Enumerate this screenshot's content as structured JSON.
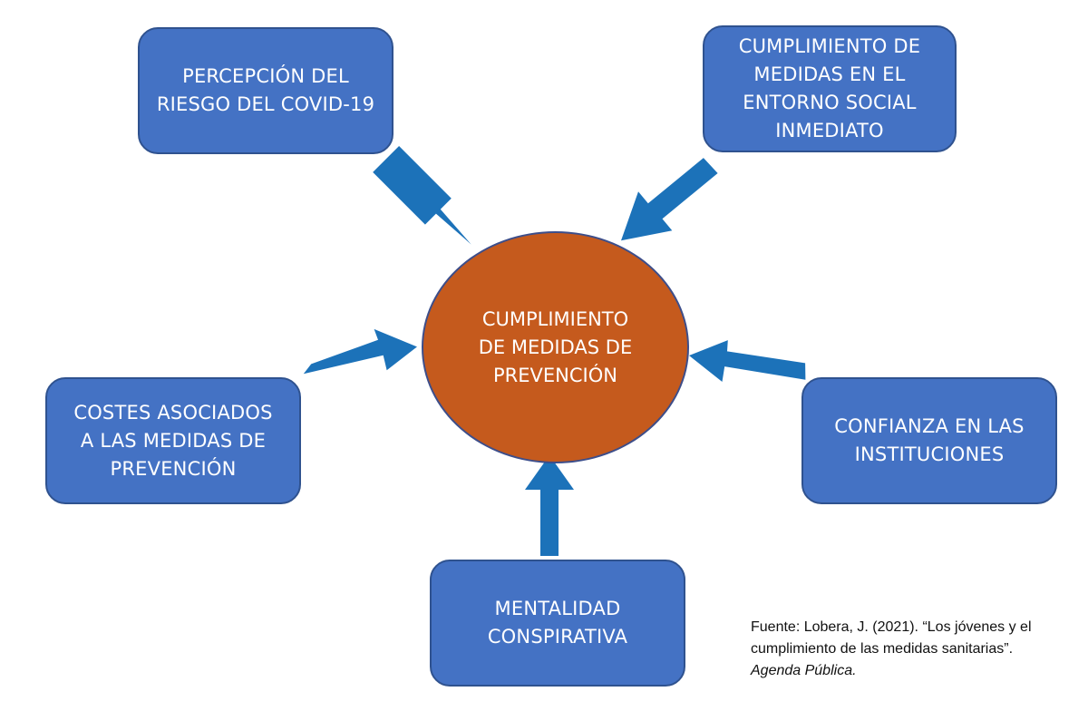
{
  "diagram": {
    "center_node": "CUMPLIMIENTO\nDE MEDIDAS DE\nPREVENCIÓN",
    "nodes": {
      "riesgo": "PERCEPCIÓN DEL\nRIESGO DEL COVID-19",
      "entorno": "CUMPLIMIENTO DE\nMEDIDAS EN EL\nENTORNO SOCIAL\nINMEDIATO",
      "costes": "COSTES ASOCIADOS\nA LAS MEDIDAS DE\nPREVENCIÓN",
      "confianza": "CONFIANZA EN LAS\nINSTITUCIONES",
      "mentalidad": "MENTALIDAD\nCONSPIRATIVA"
    },
    "arrow_color": "#1C72B9",
    "node_color": "#4472C4",
    "center_color": "#C55A1D"
  },
  "source": {
    "line1": "Fuente: Lobera, J. (2021). “Los jóvenes y el",
    "line2": "cumplimiento de las medidas sanitarias”.",
    "line3": "Agenda Pública."
  }
}
